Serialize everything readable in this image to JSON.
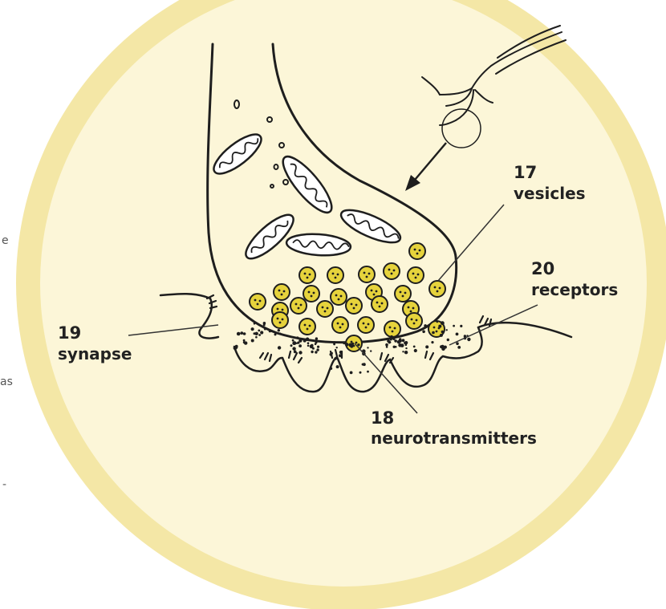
{
  "edge_text": [
    "e",
    "as",
    "-"
  ],
  "labels": [
    {
      "id": "vesicles",
      "number": "17",
      "text": "vesicles"
    },
    {
      "id": "neurotransmitters",
      "number": "18",
      "text": "neurotransmitters"
    },
    {
      "id": "synapse",
      "number": "19",
      "text": "synapse"
    },
    {
      "id": "receptors",
      "number": "20",
      "text": "receptors"
    }
  ],
  "colors": {
    "outer_ring": "#f4e7a6",
    "inner_disc": "#fcf6d8",
    "vesicle": "#e6d33c",
    "ink": "#1e1e1e"
  }
}
